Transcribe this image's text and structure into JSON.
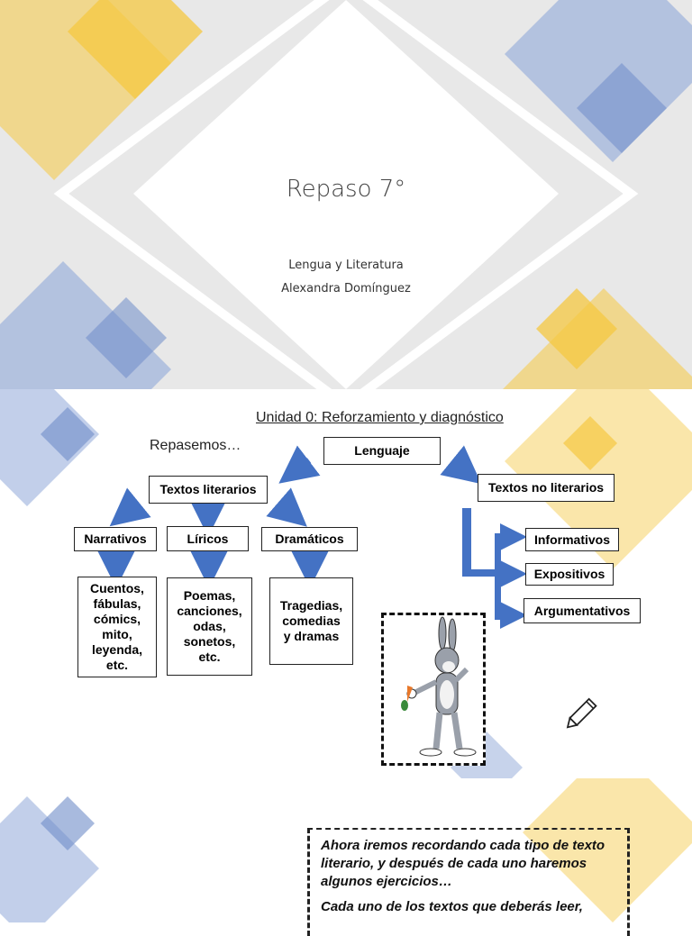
{
  "slide1": {
    "title": "Repaso 7°",
    "subject": "Lengua y Literatura",
    "author": "Alexandra Domínguez"
  },
  "slide2": {
    "heading": "Unidad 0: Reforzamiento y diagnóstico",
    "intro": "Repasemos…",
    "root": "Lenguaje",
    "literary": "Textos literarios",
    "non_literary": "Textos no literarios",
    "genres": [
      "Narrativos",
      "Líricos",
      "Dramáticos"
    ],
    "examples": [
      "Cuentos,\nfábulas,\ncómics,\nmito,\nleyenda,\netc.",
      "Poemas,\ncanciones,\nodas,\nsonetos,\netc.",
      "Tragedias,\ncomedias\ny dramas"
    ],
    "non_literary_types": [
      "Informativos",
      "Expositivos",
      "Argumentativos"
    ]
  },
  "slide3": {
    "paragraph1": "Ahora iremos recordando cada tipo de texto literario, y después de cada uno haremos algunos ejercicios…",
    "paragraph2": "Cada uno de los textos que deberás leer,"
  },
  "colors": {
    "yellow": "#f5c842",
    "blue": "#8fa8d8",
    "arrow": "#4472c4"
  }
}
